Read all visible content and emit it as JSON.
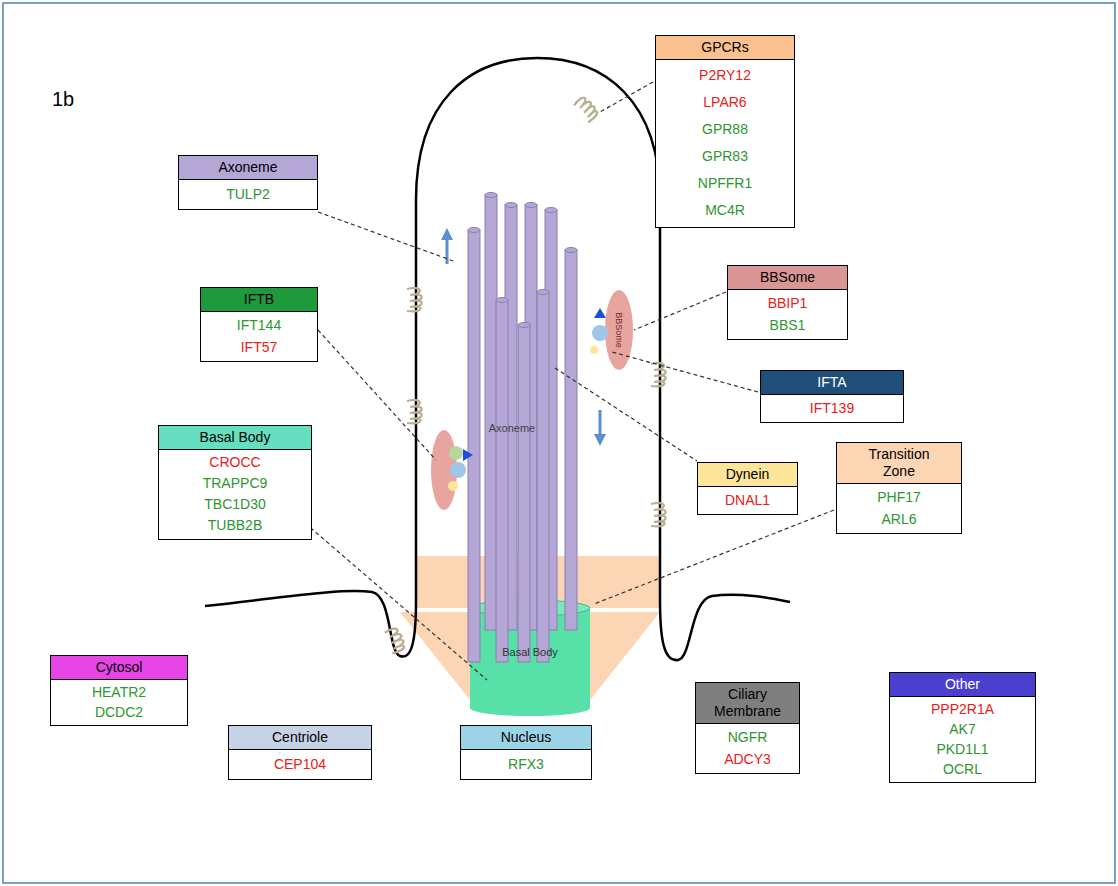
{
  "diagram": {
    "nodes": [
      {
        "text": [
          "GPCRs",
          "P2RY12",
          "LPAR6",
          "GPR88",
          "GPR83",
          "NPFFR1",
          "MC4R"
        ]
      },
      {
        "text": [
          "Axoneme",
          "TULP2"
        ]
      },
      {
        "text": [
          "BBSome",
          "BBIP1",
          "BBS1"
        ]
      },
      {
        "text": [
          "IFTB",
          "IFT144",
          "IFT57"
        ]
      },
      {
        "text": [
          "IFTA",
          "IFT139"
        ]
      },
      {
        "text": [
          "Basal Body",
          "CROCC",
          "TRAPPC9",
          "TBC1D30",
          "TUBB2B"
        ]
      },
      {
        "text": [
          "Transition Zone",
          "PHF17",
          "ARL6"
        ]
      },
      {
        "text": [
          "Dynein",
          "DNAL1"
        ]
      },
      {
        "text": [
          "Cytosol",
          "HEATR2",
          "DCDC2"
        ]
      },
      {
        "text": [
          "Other",
          "PPP2R1A",
          "AK7",
          "PKD1L1",
          "OCRL"
        ]
      },
      {
        "text": [
          "Ciliary Membrane",
          "NGFR",
          "ADCY3"
        ]
      },
      {
        "text": [
          "Centriole",
          "CEP104"
        ]
      },
      {
        "text": [
          "Nucleus",
          "RFX3"
        ]
      }
    ],
    "labels": [
      "1b",
      "Axoneme",
      "Basal Body",
      "BBSome"
    ]
  }
}
